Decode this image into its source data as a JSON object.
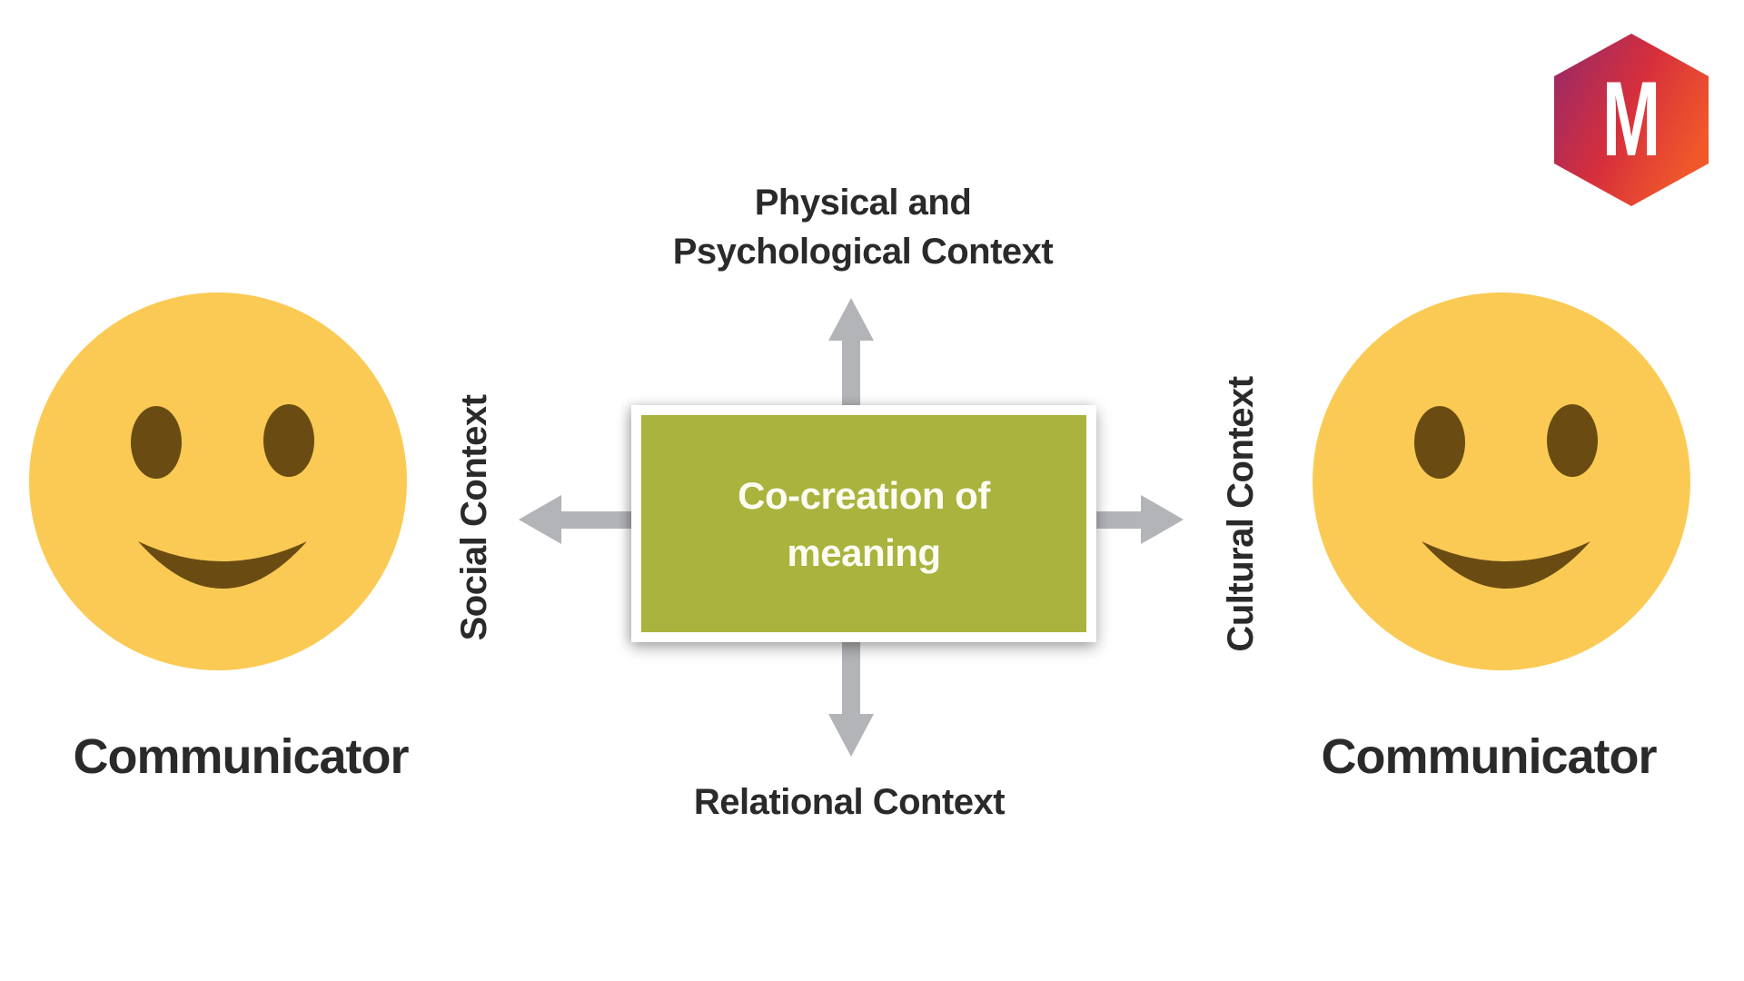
{
  "title": "Co-creation of meaning communication diagram",
  "colors": {
    "background": "#ffffff",
    "text_dark": "#2a2a2a",
    "arrow_gray": "#b2b4b7",
    "box_green": "#a9b33d",
    "box_text": "#fcfcf2",
    "smiley_yellow": "#fbca54",
    "smiley_brown": "#6a4c13",
    "logo_gradient_start": "#93296b",
    "logo_gradient_mid": "#d62f3c",
    "logo_gradient_end": "#f0582a"
  },
  "logo": {
    "letter": "M",
    "icon": "hexagon-badge"
  },
  "center_box": {
    "line1": "Co-creation of",
    "line2": "meaning"
  },
  "contexts": {
    "top_line1": "Physical and",
    "top_line2": "Psychological Context",
    "bottom": "Relational Context",
    "left": "Social Context",
    "right": "Cultural Context"
  },
  "communicators": {
    "left": "Communicator",
    "right": "Communicator"
  },
  "icons": {
    "left_figure": "smiley-face",
    "right_figure": "smiley-face",
    "arrow_up": "arrow-up",
    "arrow_down": "arrow-down",
    "arrow_left": "arrow-left",
    "arrow_right": "arrow-right"
  }
}
